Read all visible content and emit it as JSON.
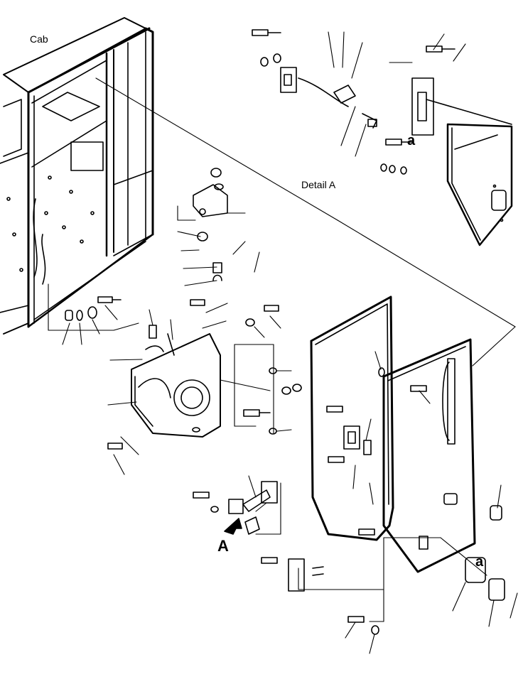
{
  "labels": {
    "cab": "Cab",
    "detail": "Detail A",
    "view_a": "A",
    "ref_a_top": "a",
    "ref_a_bottom": "a"
  }
}
